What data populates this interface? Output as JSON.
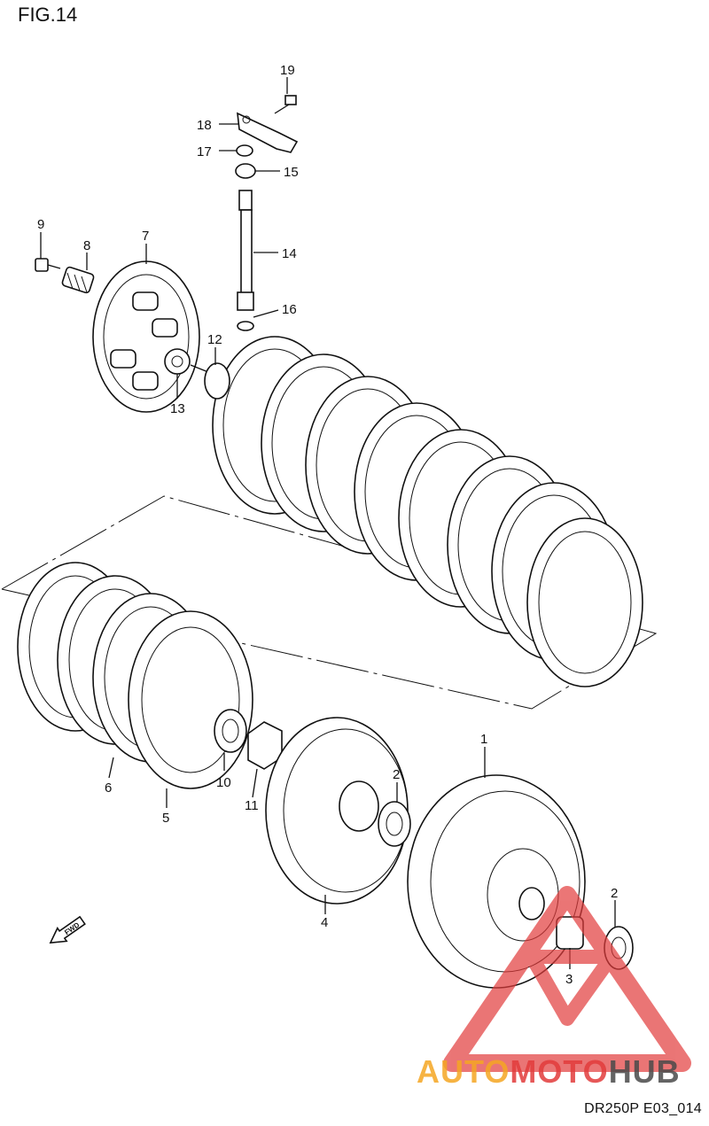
{
  "figure": {
    "title": "FIG.14",
    "code": "DR250P E03_014"
  },
  "callouts": [
    "1",
    "2",
    "2",
    "3",
    "4",
    "5",
    "6",
    "7",
    "8",
    "9",
    "10",
    "11",
    "12",
    "13",
    "14",
    "15",
    "16",
    "17",
    "18",
    "19"
  ],
  "direction_marker": "FWD",
  "watermark": {
    "part1": "AUTO",
    "part2": "MOTO",
    "part3": "HUB",
    "colors": {
      "orange": "#f5a623",
      "red": "#e23c3c",
      "dark": "#4a4a4a"
    }
  }
}
